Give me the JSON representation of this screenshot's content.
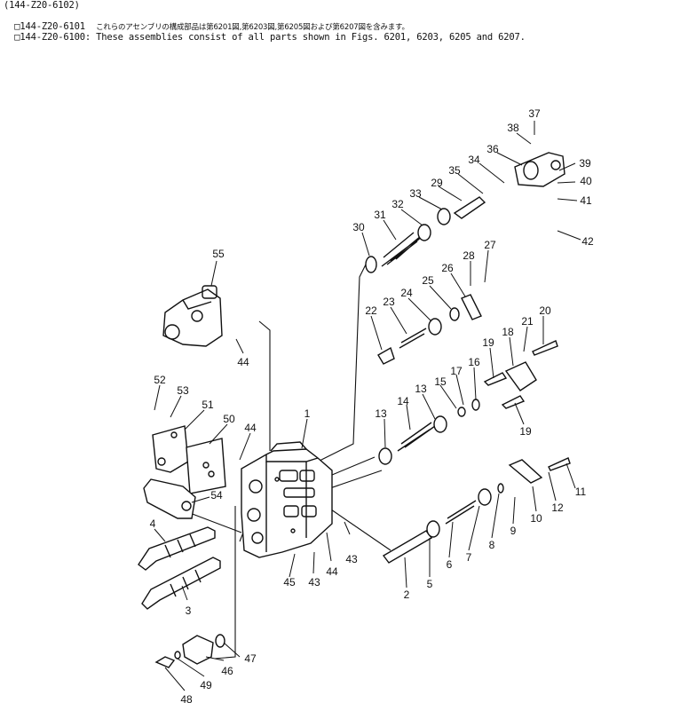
{
  "header": {
    "line1": "(144-Z20-6102)",
    "line2_code": "□144-Z20-6101",
    "line2_text": "これらのアセンブリの構成部品は第6201図,第6203図,第6205図および第6207図を含みます。",
    "line3_code": "□144-Z20-6100",
    "line3_text": ": These assemblies consist of all parts shown in Figs. 6201, 6203, 6205 and 6207."
  },
  "callouts": [
    "1",
    "2",
    "3",
    "4",
    "5",
    "6",
    "7",
    "8",
    "9",
    "10",
    "11",
    "12",
    "13",
    "13",
    "14",
    "15",
    "16",
    "17",
    "18",
    "19",
    "19",
    "20",
    "21",
    "22",
    "23",
    "24",
    "25",
    "26",
    "27",
    "28",
    "29",
    "30",
    "31",
    "32",
    "33",
    "34",
    "35",
    "36",
    "37",
    "38",
    "39",
    "40",
    "41",
    "42",
    "43",
    "43",
    "44",
    "44",
    "44",
    "45",
    "46",
    "47",
    "48",
    "49",
    "50",
    "51",
    "52",
    "53",
    "54",
    "55"
  ]
}
